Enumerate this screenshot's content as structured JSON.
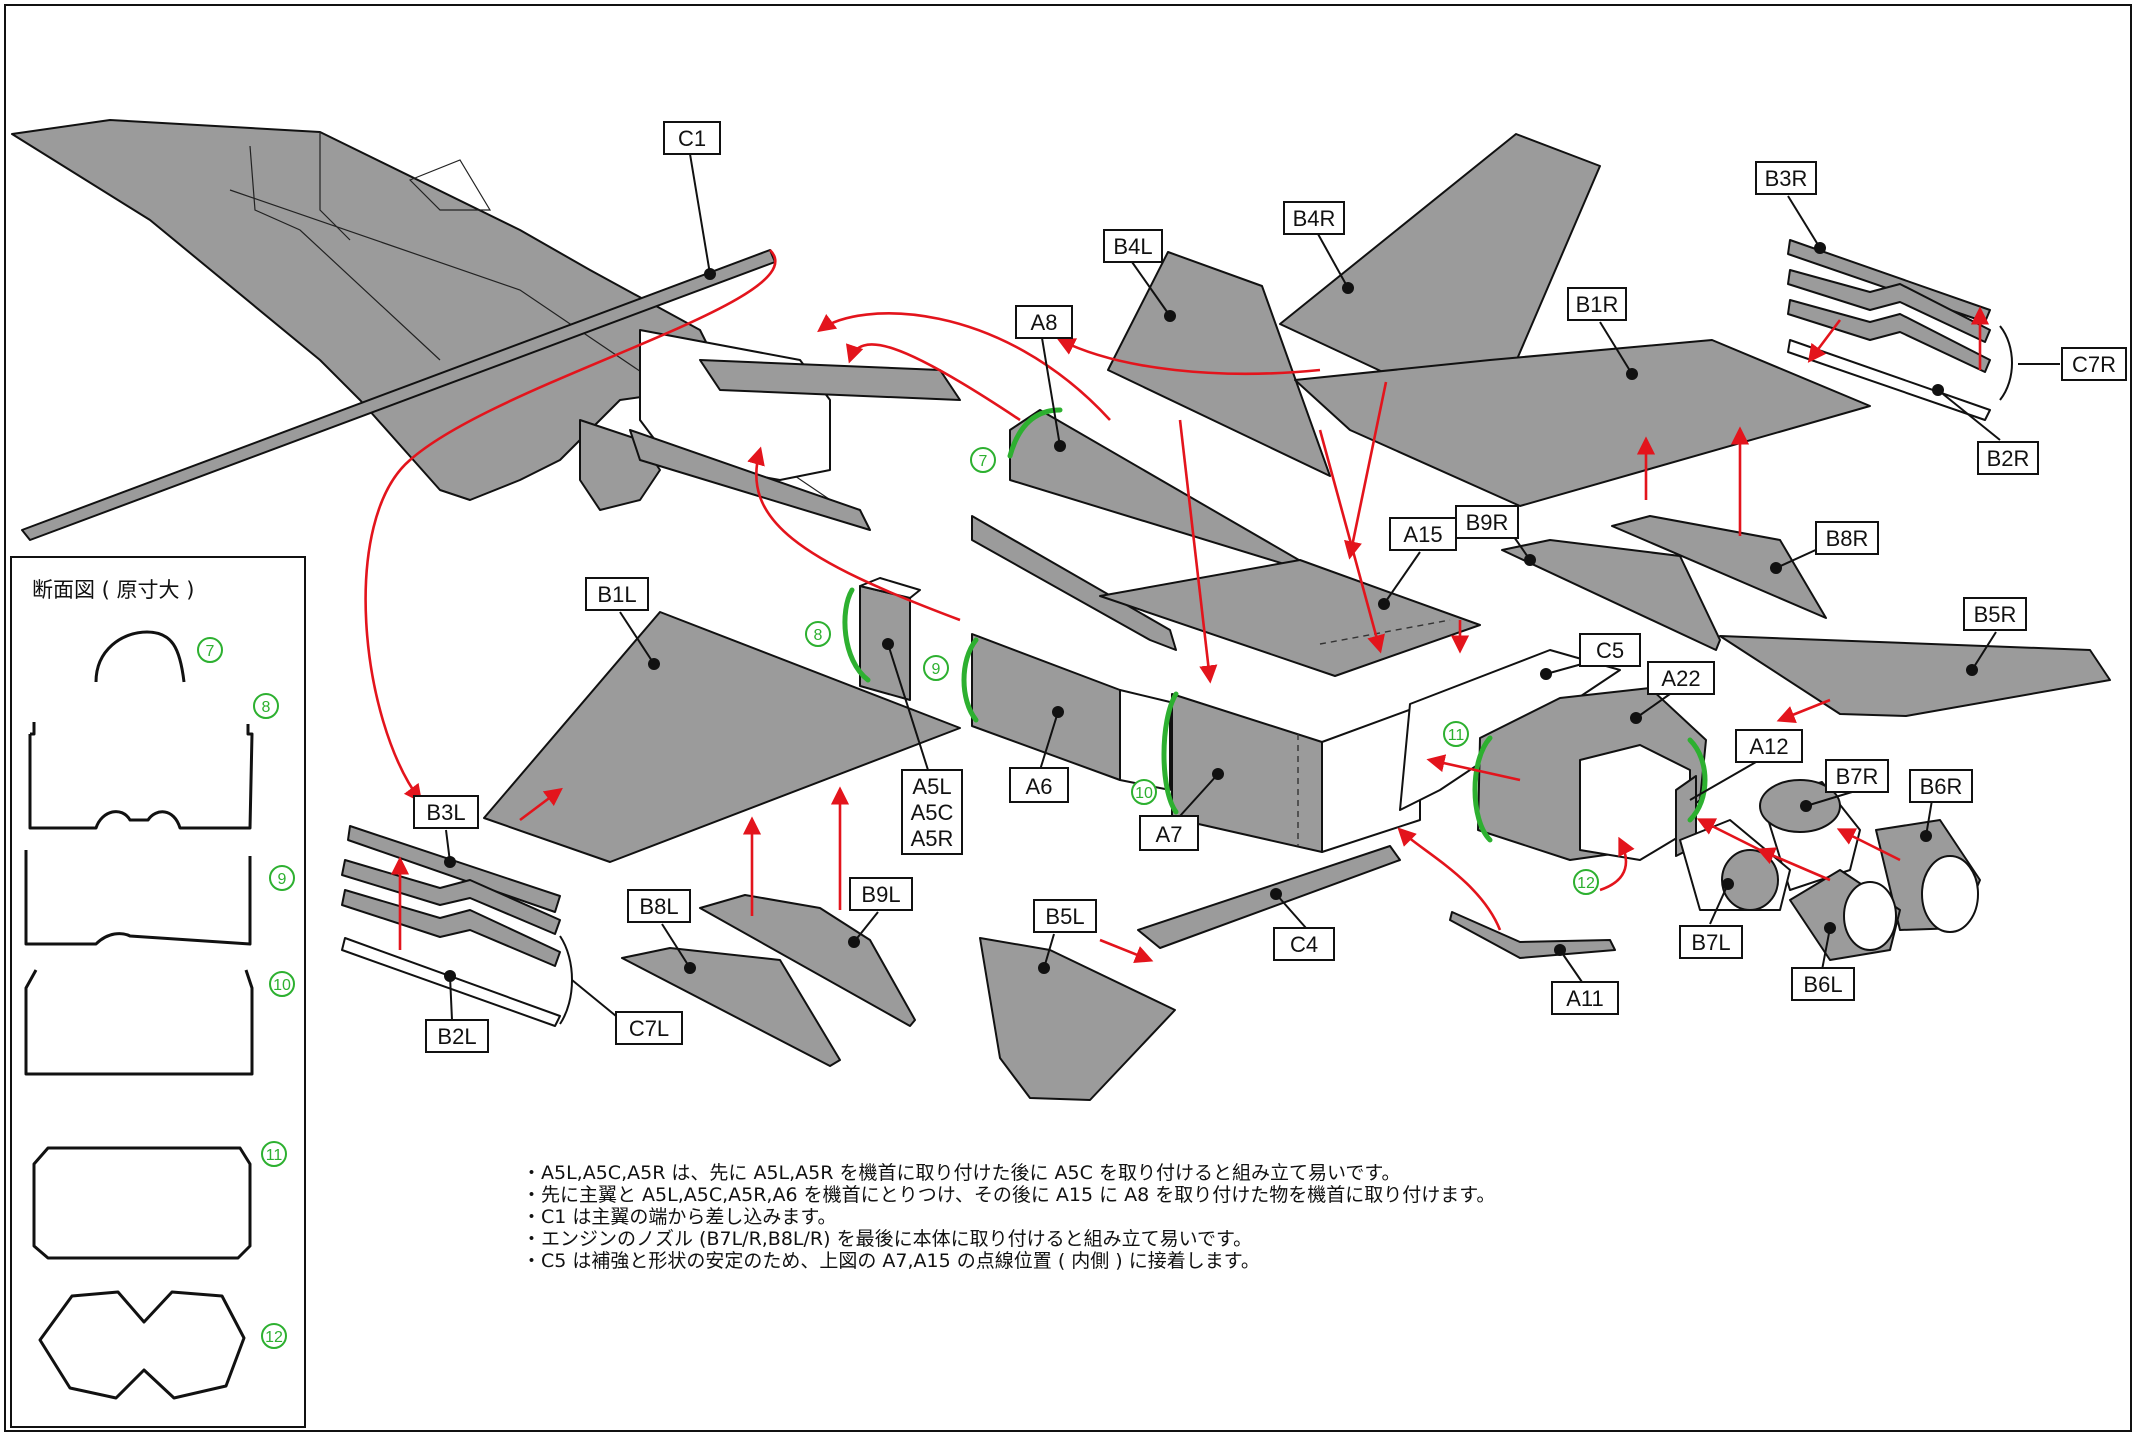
{
  "section_panel": {
    "title": "断面図 ( 原寸大 )"
  },
  "step_numbers": [
    "7",
    "8",
    "9",
    "10",
    "11",
    "12"
  ],
  "part_labels": {
    "c1": "C1",
    "b4l": "B4L",
    "b4r": "B4R",
    "a8": "A8",
    "b1r": "B1R",
    "b3r": "B3R",
    "c7r": "C7R",
    "b2r": "B2R",
    "b8r": "B8R",
    "b9r": "B9R",
    "a15": "A15",
    "b5r": "B5R",
    "c5": "C5",
    "a22": "A22",
    "a12": "A12",
    "b7r": "B7R",
    "b6r": "B6R",
    "b1l": "B1L",
    "a5l": "A5L",
    "a5c": "A5C",
    "a5r": "A5R",
    "a6": "A6",
    "a7": "A7",
    "b3l": "B3L",
    "b2l": "B2L",
    "c7l": "C7L",
    "b8l": "B8L",
    "b9l": "B9L",
    "b5l": "B5L",
    "c4": "C4",
    "a11": "A11",
    "b7l": "B7L",
    "b6l": "B6L"
  },
  "notes": [
    "・A5L,A5C,A5R は、先に A5L,A5R を機首に取り付けた後に A5C を取り付けると組み立て易いです。",
    "・先に主翼と A5L,A5C,A5R,A6 を機首にとりつけ、その後に A15 に A8 を取り付けた物を機首に取り付けます。",
    "・C1 は主翼の端から差し込みます。",
    "・エンジンのノズル (B7L/R,B8L/R) を最後に本体に取り付けると組み立て易いです。",
    "・C5 は補強と形状の安定のため、上図の A7,A15 の点線位置 ( 内側 ) に接着します。"
  ],
  "colors": {
    "part_fill": "#9b9b9b",
    "guide_green": "#2db030",
    "arrow_red": "#e3141c",
    "outline": "#111111"
  }
}
